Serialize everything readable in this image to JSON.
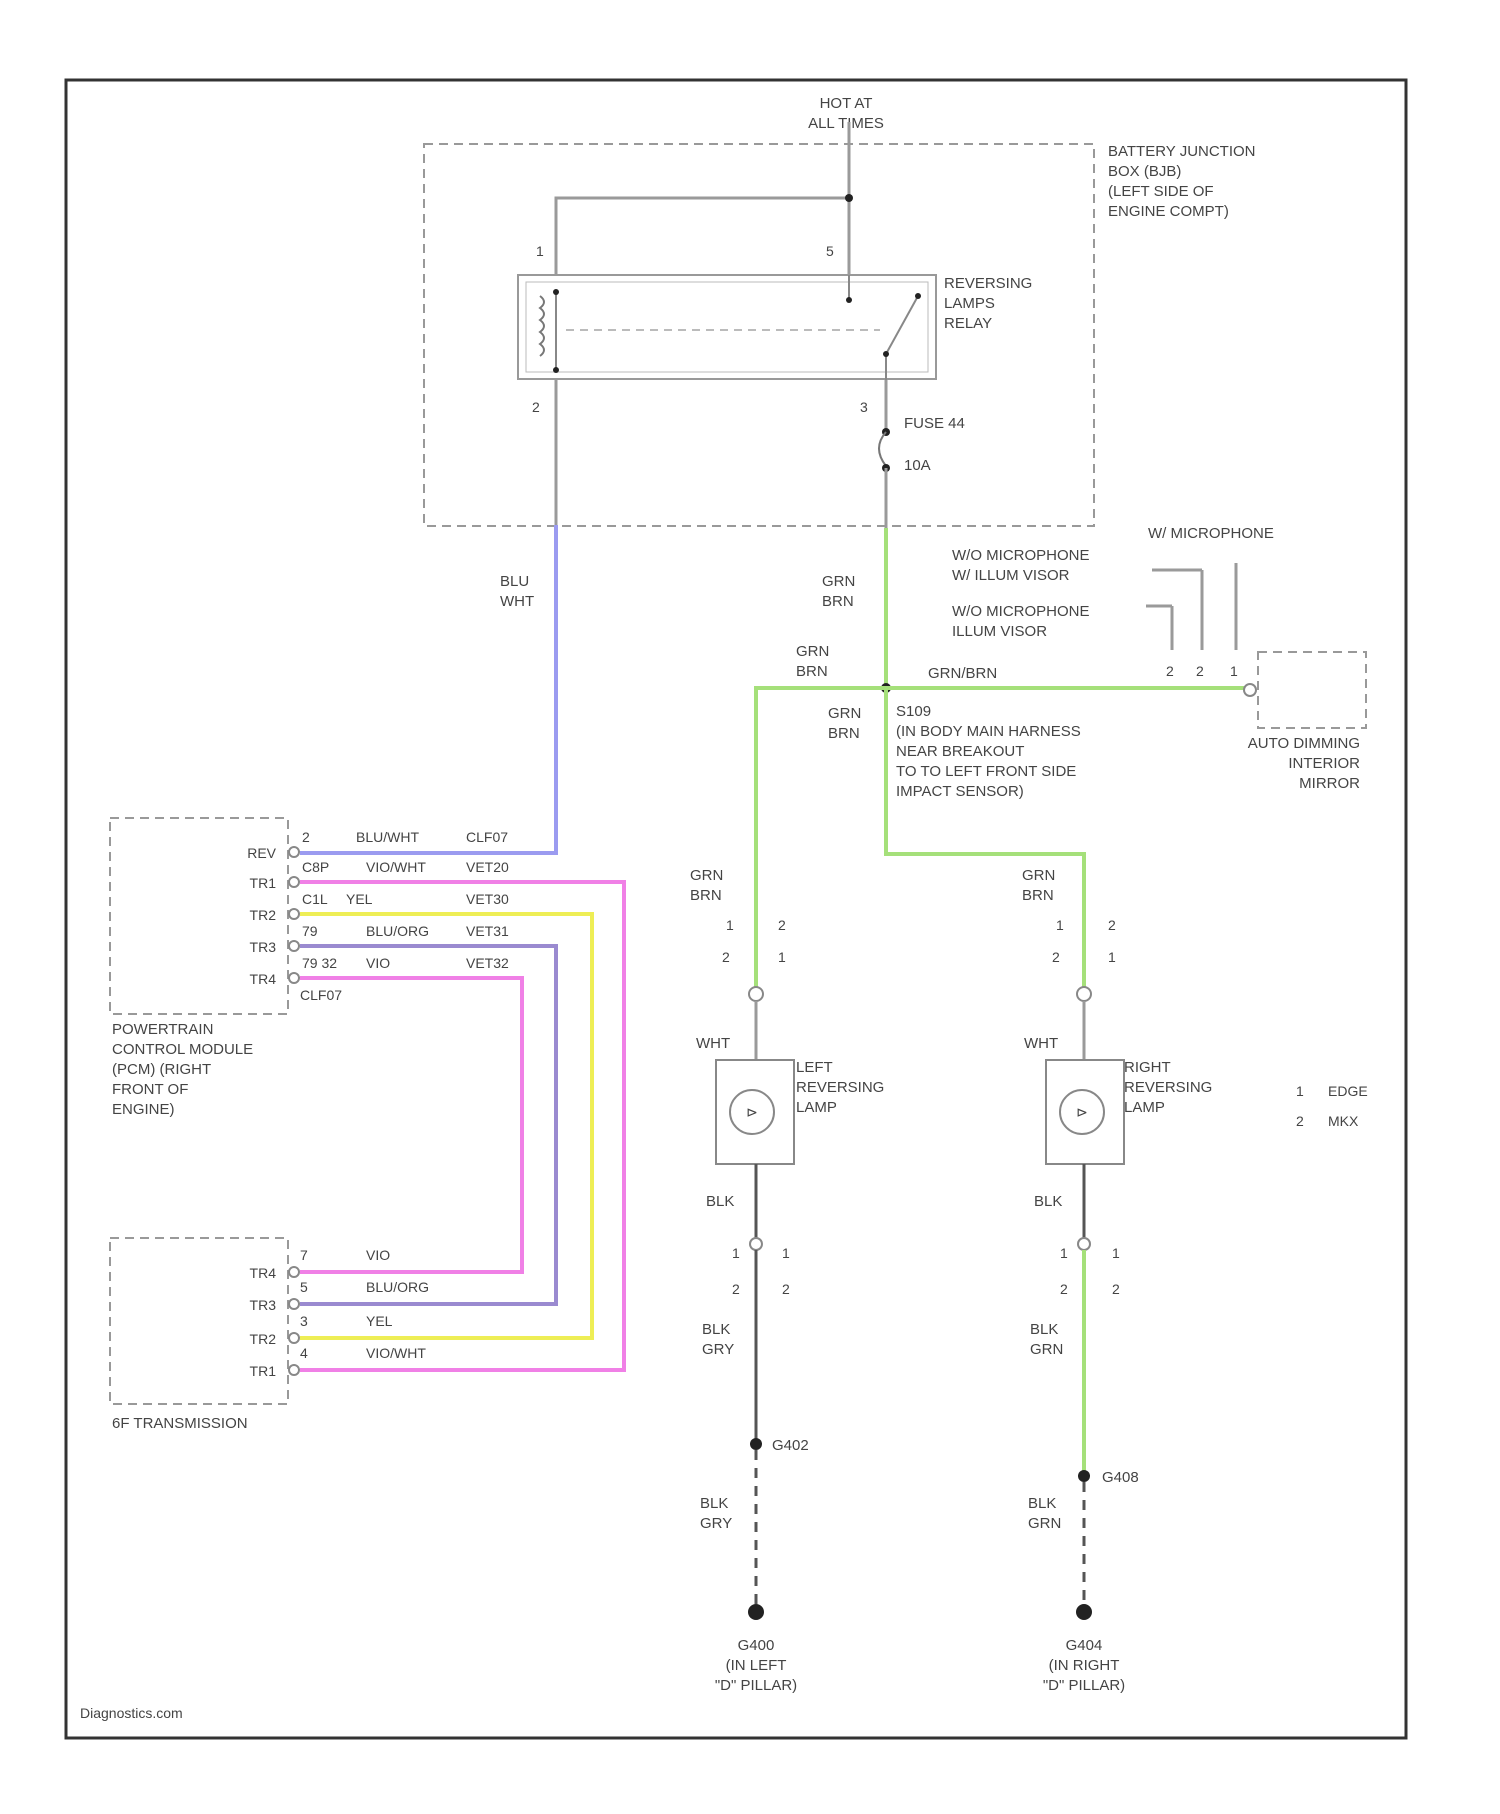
{
  "source": "HOT AT\nALL TIMES",
  "components": {
    "bjb": {
      "label": "BATTERY JUNCTION\nBOX (BJB)\n(LEFT SIDE OF\nENGINE COMPT)"
    },
    "relay": {
      "label": "REVERSING\nLAMPS\nRELAY",
      "pins": [
        "1",
        "5",
        "2",
        "3"
      ]
    },
    "fuse": {
      "label": "FUSE 44",
      "rating": "10A"
    },
    "splice": {
      "label": "S109\n(IN BODY MAIN HARNESS\nNEAR BREAKOUT\nTO TO LEFT FRONT SIDE\nIMPACT SENSOR)"
    },
    "pcm": {
      "label": "POWERTRAIN\nCONTROL MODULE\n(PCM) (RIGHT\nFRONT OF\nENGINE)",
      "pins": [
        "REV",
        "TR1",
        "TR2",
        "TR3",
        "TR4"
      ],
      "pin_numbers": [
        "2",
        "C8P",
        "C1L",
        "79",
        "79 32"
      ]
    },
    "transmission": {
      "label": "6F TRANSMISSION",
      "pins": [
        "TR4",
        "TR3",
        "TR2",
        "TR1"
      ],
      "pin_numbers": [
        "7",
        "5",
        "3",
        "4"
      ]
    },
    "mirror": {
      "label": "AUTO DIMMING\nINTERIOR\nMIRROR",
      "pins": [
        "2",
        "2",
        "1"
      ]
    },
    "left_lamp": {
      "label": "LEFT\nREVERSING\nLAMP",
      "bulb": "WHT"
    },
    "right_lamp": {
      "label": "RIGHT\nREVERSING\nLAMP",
      "bulb": "WHT"
    },
    "ground_left": {
      "splice": "G402",
      "label": "G400\n(IN LEFT\n\"D\" PILLAR)"
    },
    "ground_right": {
      "splice": "G408",
      "label": "G404\n(IN RIGHT\n\"D\" PILLAR)"
    }
  },
  "mirror_options": {
    "with_mic": "W/ MICROPHONE",
    "wo_mic_visor": "W/O MICROPHONE\nW/ ILLUM VISOR",
    "wo_mic_illum": "W/O MICROPHONE\nILLUM VISOR"
  },
  "wires": {
    "relay_to_pcm": "BLU\nWHT",
    "rev_row": [
      "BLU/WHT",
      "CLF07"
    ],
    "tr1_row": [
      "VIO/WHT",
      "VET20"
    ],
    "tr2_row": [
      "YEL",
      "VET30"
    ],
    "tr3_row": [
      "BLU/ORG",
      "VET31"
    ],
    "tr4_row": [
      "VIO",
      "VET32"
    ],
    "tr4_extra": "CLF07",
    "trans_rows": [
      "VIO",
      "BLU/ORG",
      "YEL",
      "VIO/WHT"
    ],
    "fuse_out": "GRN\nBRN",
    "splice_left_a": "GRN\nBRN",
    "splice_to_mirror": "GRN/BRN",
    "splice_down": "GRN\nBRN",
    "left_feed": "GRN\nBRN",
    "right_feed": "GRN\nBRN",
    "left_lamp_gnd": "BLK",
    "right_lamp_gnd": "BLK",
    "left_to_ground": "BLK\nGRY",
    "right_to_ground": "BLK\nGRN",
    "left_ground_final": "BLK\nGRY",
    "right_ground_final": "BLK\nGRN"
  },
  "connector_pins": {
    "lamp_top": [
      "1",
      "2",
      "2",
      "1"
    ],
    "lamp_bottom": [
      "1",
      "1",
      "2",
      "2"
    ]
  },
  "legend": [
    {
      "key": "1",
      "value": "EDGE"
    },
    {
      "key": "2",
      "value": "MKX"
    }
  ],
  "watermark": "Diagnostics.com",
  "colors": {
    "blue": "#9b9bf0",
    "pink": "#f080e6",
    "yellow": "#eeee55",
    "violet": "#9a8ad0",
    "green": "#a5e07a",
    "grey": "#9a9a9a"
  }
}
